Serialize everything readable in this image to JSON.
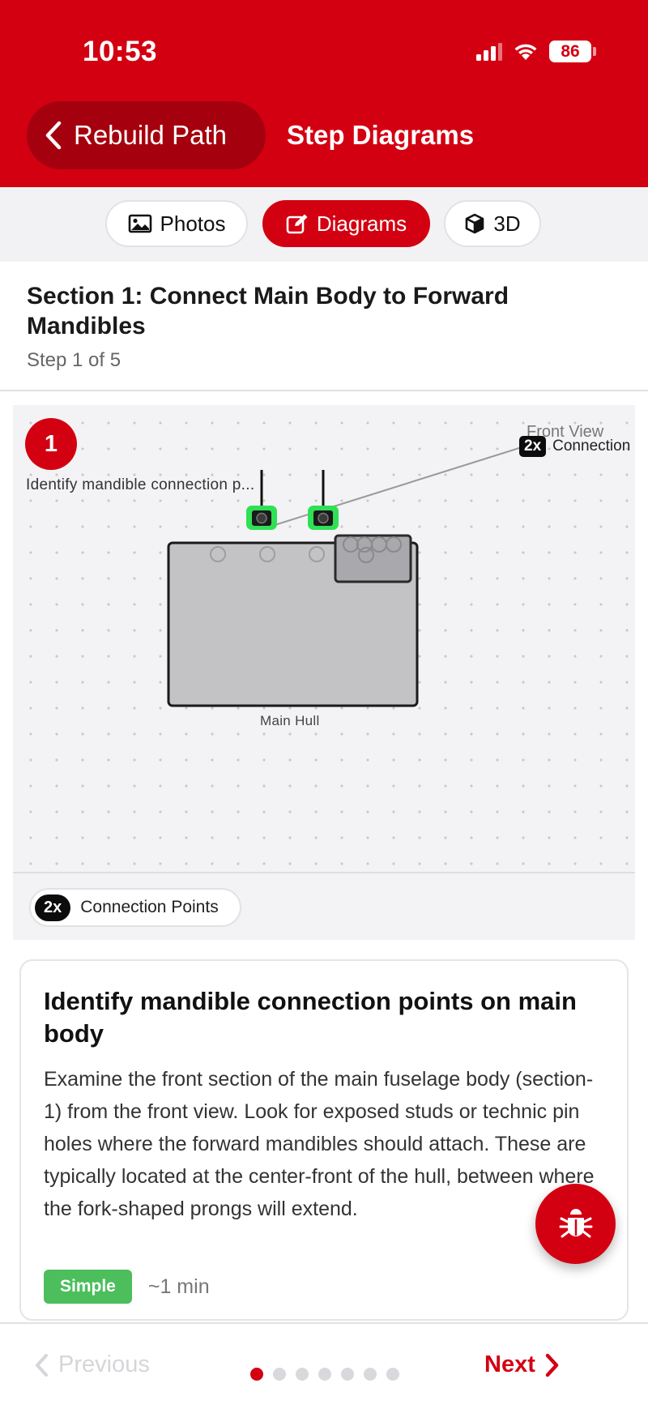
{
  "status_bar": {
    "time": "10:53",
    "battery": "86"
  },
  "header": {
    "back_label": "Rebuild Path",
    "title": "Step Diagrams"
  },
  "tabs": [
    {
      "label": "Photos",
      "icon": "image-icon",
      "active": false
    },
    {
      "label": "Diagrams",
      "icon": "edit-icon",
      "active": true
    },
    {
      "label": "3D",
      "icon": "cube-icon",
      "active": false
    }
  ],
  "section": {
    "title": "Section 1: Connect Main Body to Forward Mandibles",
    "step": "Step 1 of 5"
  },
  "diagram": {
    "step_number": "1",
    "caption": "Identify mandible connection p...",
    "view_label": "Front View",
    "callout_badge": "2x",
    "callout_text": "Connection Points",
    "hull_label": "Main Hull"
  },
  "legend": {
    "badge": "2x",
    "text": "Connection Points"
  },
  "instruction": {
    "title": "Identify mandible connection points on main body",
    "body": "Examine the front section of the main fuselage body (section-1) from the front view. Look for exposed studs or technic pin holes where the forward mandibles should attach. These are typically located at the center-front of the hull, between where the fork-shaped prongs will extend.",
    "difficulty": "Simple",
    "duration": "~1 min"
  },
  "footer": {
    "previous_label": "Previous",
    "next_label": "Next",
    "page_count": 7,
    "current_page": 1
  },
  "colors": {
    "brand_red": "#d30012",
    "highlight_green": "#2fe055",
    "difficulty_green": "#4cbe5c"
  }
}
